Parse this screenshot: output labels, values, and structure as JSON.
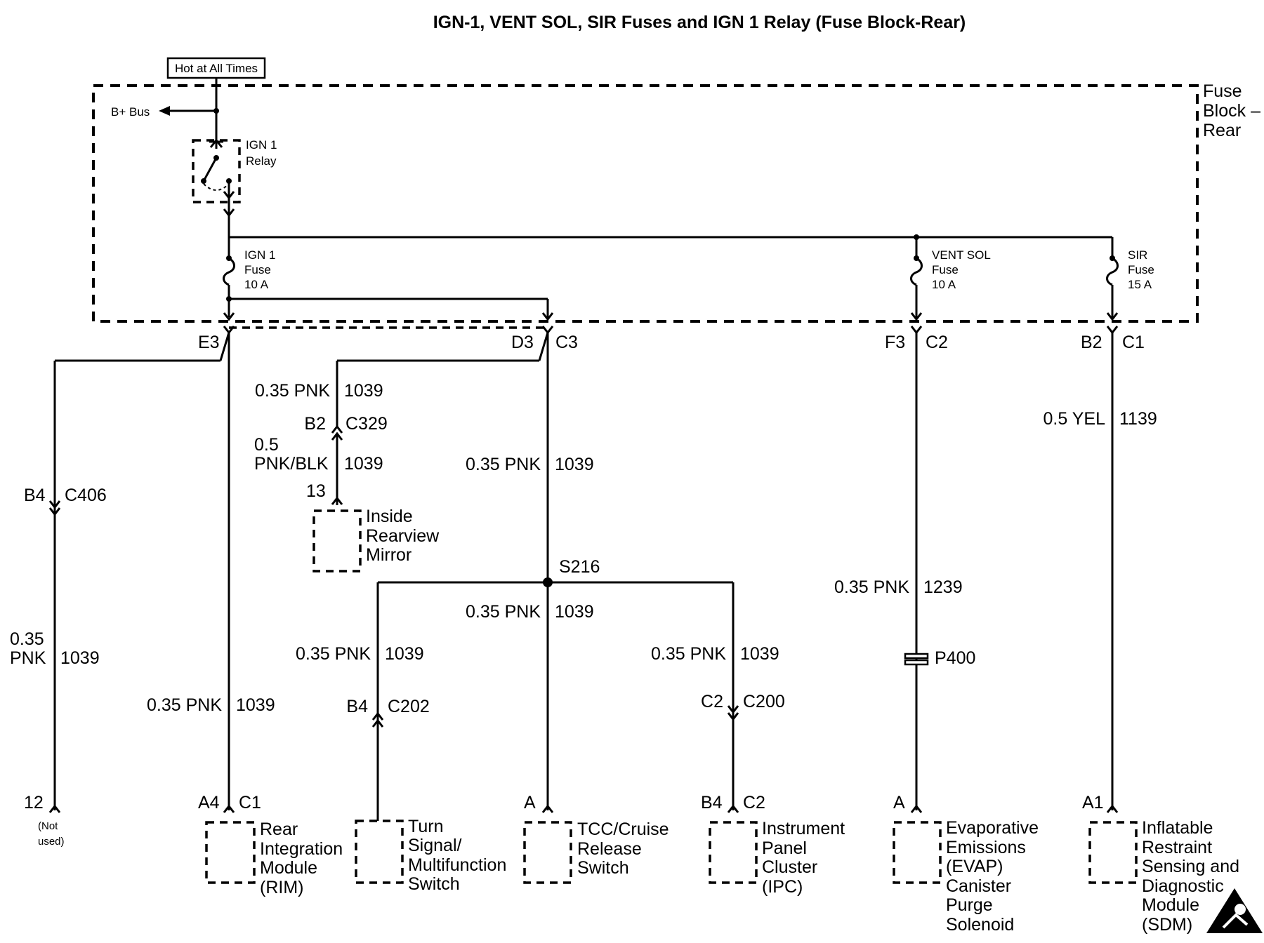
{
  "title": "IGN-1, VENT SOL, SIR Fuses and IGN 1 Relay (Fuse Block-Rear)",
  "hot_label": "Hot at All Times",
  "bplus": "B+ Bus",
  "fuse_block": [
    "Fuse",
    "Block –",
    "Rear"
  ],
  "relay": [
    "IGN 1",
    "Relay"
  ],
  "fuses": {
    "ign1": [
      "IGN 1",
      "Fuse",
      "10 A"
    ],
    "vent": [
      "VENT SOL",
      "Fuse",
      "10 A"
    ],
    "sir": [
      "SIR",
      "Fuse",
      "15 A"
    ]
  },
  "connectors": {
    "e3": "E3",
    "d3": "D3",
    "c3": "C3",
    "f3": "F3",
    "c2_top": "C2",
    "b2_top": "B2",
    "c1_top": "C1",
    "b2_c329": "B2",
    "c329": "C329",
    "pin13": "13",
    "b4_c406": "B4",
    "c406": "C406",
    "s216": "S216",
    "b4_c202": "B4",
    "c202": "C202",
    "c2_c200": "C2",
    "c200": "C200",
    "p400": "P400",
    "pin12": "12",
    "a4": "A4",
    "c1_rim": "C1",
    "a_tcc": "A",
    "b4_ipc": "B4",
    "c2_ipc": "C2",
    "a_evap": "A",
    "a1_sdm": "A1"
  },
  "wires": {
    "w_mirror1": [
      "0.35 PNK",
      "1039"
    ],
    "w_mirror2": [
      "0.5",
      "PNK/BLK",
      "1039"
    ],
    "w_c3": [
      "0.35 PNK",
      "1039"
    ],
    "w_s216": [
      "0.35 PNK",
      "1039"
    ],
    "w_left": [
      "0.35",
      "PNK",
      "1039"
    ],
    "w_rim": [
      "0.35 PNK",
      "1039"
    ],
    "w_turn": [
      "0.35 PNK",
      "1039"
    ],
    "w_ipc": [
      "0.35 PNK",
      "1039"
    ],
    "w_evap": [
      "0.35 PNK",
      "1239"
    ],
    "w_sdm": [
      "0.5 YEL",
      "1139"
    ]
  },
  "not_used": [
    "(Not",
    "used)"
  ],
  "components": {
    "mirror": [
      "Inside",
      "Rearview",
      "Mirror"
    ],
    "rim": [
      "Rear",
      "Integration",
      "Module",
      "(RIM)"
    ],
    "turn": [
      "Turn",
      "Signal/",
      "Multifunction",
      "Switch"
    ],
    "tcc": [
      "TCC/Cruise",
      "Release",
      "Switch"
    ],
    "ipc": [
      "Instrument",
      "Panel",
      "Cluster",
      "(IPC)"
    ],
    "evap": [
      "Evaporative",
      "Emissions",
      "(EVAP)",
      "Canister",
      "Purge",
      "Solenoid"
    ],
    "sdm": [
      "Inflatable",
      "Restraint",
      "Sensing and",
      "Diagnostic",
      "Module",
      "(SDM)"
    ]
  }
}
